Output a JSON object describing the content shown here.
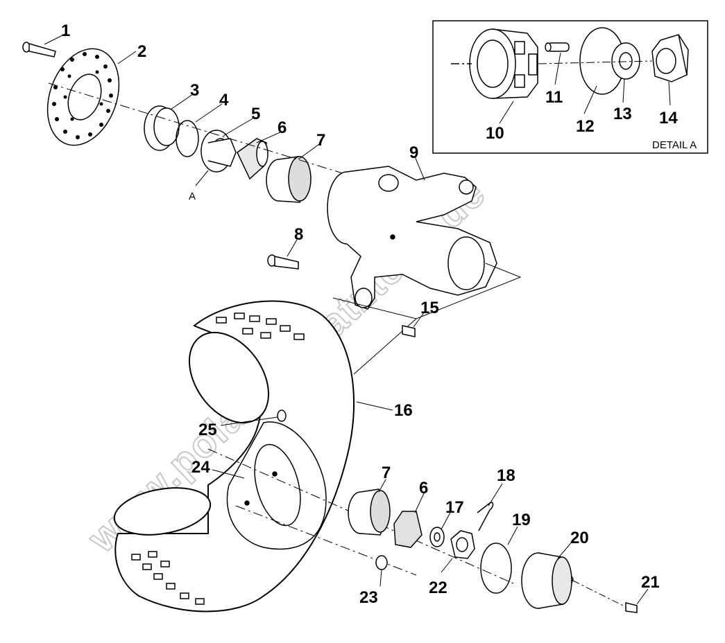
{
  "detail_label": "DETAIL A",
  "ref_label_a": "A",
  "watermark": "www.polarisersatzteile.de",
  "callouts": [
    "1",
    "2",
    "3",
    "4",
    "5",
    "6",
    "7",
    "8",
    "9",
    "10",
    "11",
    "12",
    "13",
    "14",
    "15",
    "16",
    "17",
    "18",
    "19",
    "20",
    "21",
    "22",
    "23",
    "24",
    "25",
    "6",
    "7"
  ]
}
